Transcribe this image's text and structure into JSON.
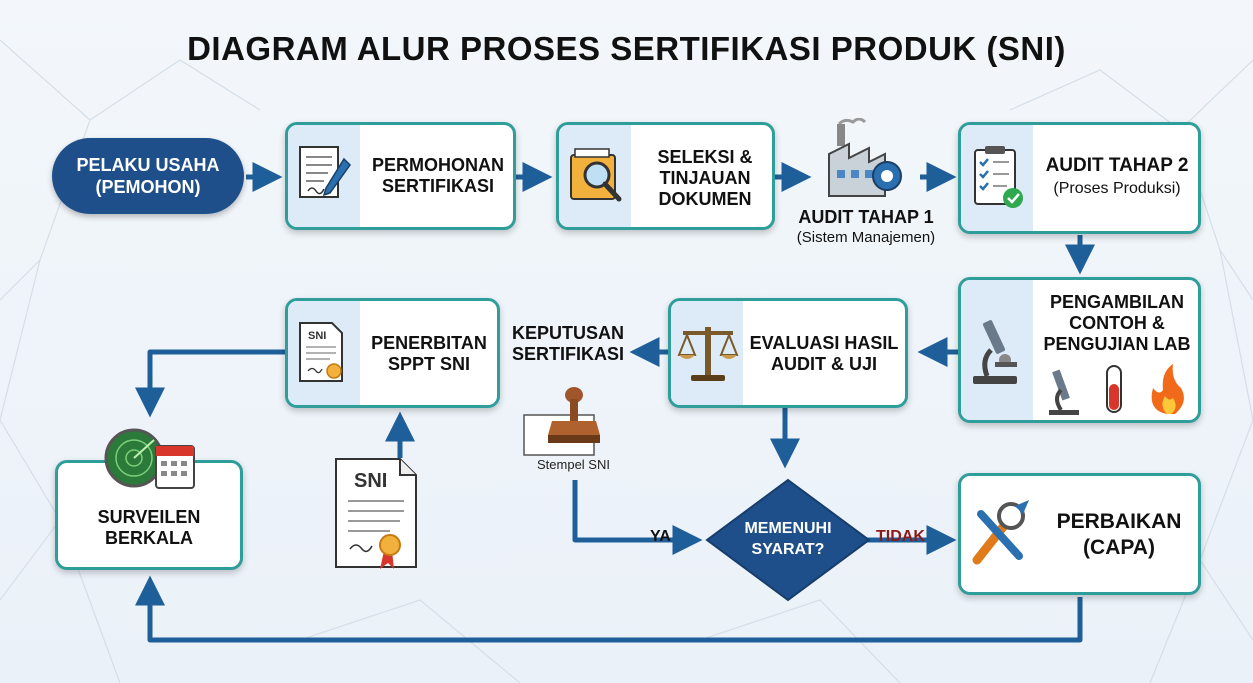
{
  "title": "DIAGRAM ALUR PROSES SERTIFIKASI PRODUK (SNI)",
  "nodes": {
    "pemohon": "PELAKU USAHA\n(PEMOHON)",
    "permohonan": "PERMOHONAN\nSERTIFIKASI",
    "seleksi": "SELEKSI &\nTINJAUAN\nDOKUMEN",
    "audit1_title": "AUDIT TAHAP 1",
    "audit1_sub": "(Sistem Manajemen)",
    "audit2_title": "AUDIT TAHAP 2",
    "audit2_sub": "(Proses Produksi)",
    "pengambilan": "PENGAMBILAN\nCONTOH &\nPENGUJIAN LAB",
    "evaluasi": "EVALUASI HASIL\nAUDIT & UJI",
    "keputusan": "KEPUTUSAN\nSERTIFIKASI",
    "penerbitan": "PENERBITAN\nSPPT SNI",
    "surveilen": "SURVEILEN\nBERKALA",
    "memenuhi": "MEMENUHI\nSYARAT?",
    "perbaikan": "PERBAIKAN\n(CAPA)",
    "stempel": "Stempel SNI",
    "ya": "YA",
    "tidak": "TIDAK",
    "sni_mark": "SNI"
  },
  "colors": {
    "arrow": "#1f5f99",
    "box_border": "#2f9e9b",
    "pill": "#1e4f8a",
    "diamond": "#1e4f8a",
    "tidak": "#8b1a1a"
  },
  "icons": [
    "document-pen-icon",
    "magnifier-folder-icon",
    "factory-gear-icon",
    "clipboard-check-icon",
    "microscope-icon",
    "lab-tools-icon",
    "scale-icon",
    "certificate-icon",
    "stamp-icon",
    "radar-calendar-icon",
    "wrench-icon"
  ]
}
